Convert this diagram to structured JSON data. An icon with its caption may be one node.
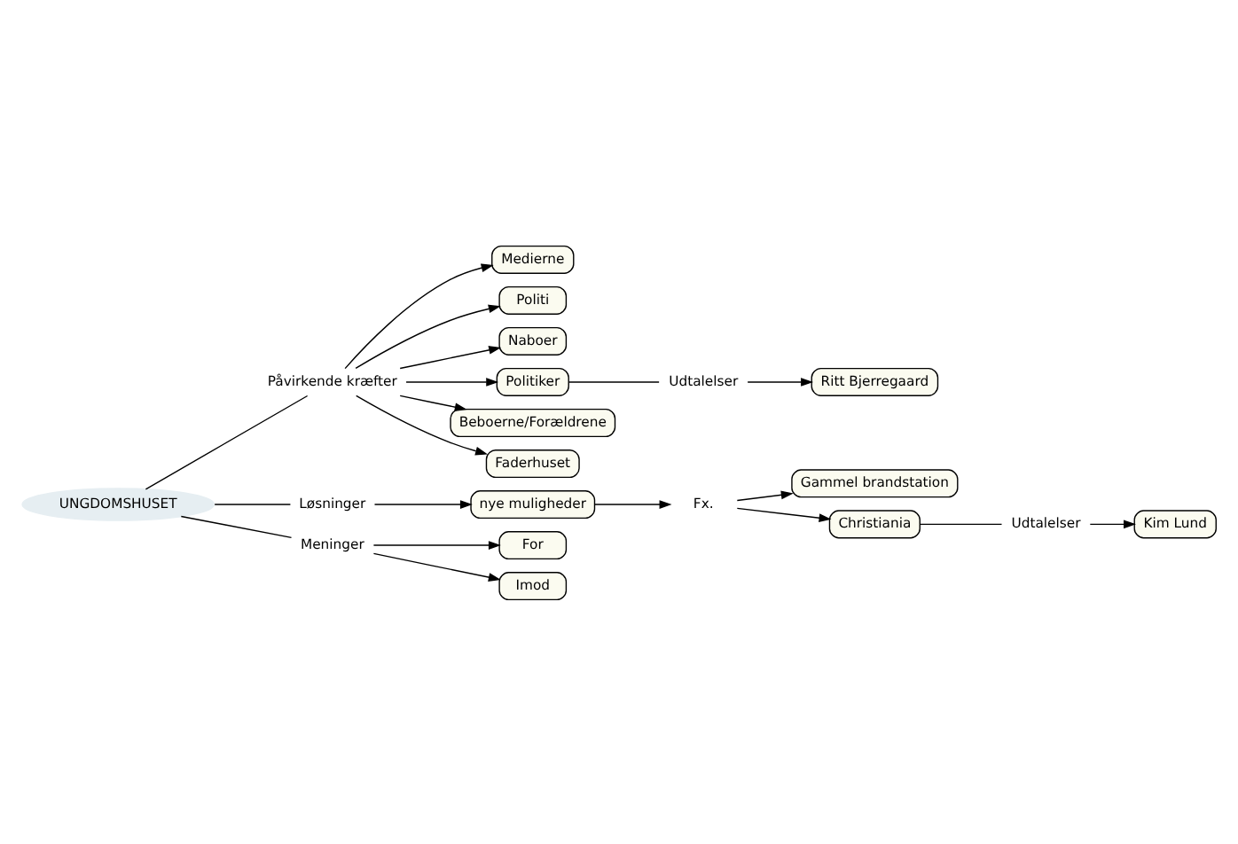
{
  "diagram": {
    "nodes": [
      {
        "text": [
          "UNGDOMSHUSET"
        ]
      },
      {
        "text": [
          "Påvirkende kræfter"
        ]
      },
      {
        "text": [
          "Medierne"
        ]
      },
      {
        "text": [
          "Politi"
        ]
      },
      {
        "text": [
          "Naboer"
        ]
      },
      {
        "text": [
          "Politiker"
        ]
      },
      {
        "text": [
          "Udtalelser"
        ]
      },
      {
        "text": [
          "Ritt Bjerregaard"
        ]
      },
      {
        "text": [
          "Beboerne/Forældrene"
        ]
      },
      {
        "text": [
          "Faderhuset"
        ]
      },
      {
        "text": [
          "Løsninger"
        ]
      },
      {
        "text": [
          "nye muligheder"
        ]
      },
      {
        "text": [
          "Fx."
        ]
      },
      {
        "text": [
          "Gammel brandstation"
        ]
      },
      {
        "text": [
          "Christiania"
        ]
      },
      {
        "text": [
          "Udtalelser"
        ]
      },
      {
        "text": [
          "Kim Lund"
        ]
      },
      {
        "text": [
          "Meninger"
        ]
      },
      {
        "text": [
          "For"
        ]
      },
      {
        "text": [
          "Imod"
        ]
      }
    ],
    "edges": [
      {
        "from": 0,
        "to": 1,
        "arrow": "none"
      },
      {
        "from": 1,
        "to": 2,
        "arrow": "to"
      },
      {
        "from": 1,
        "to": 3,
        "arrow": "to"
      },
      {
        "from": 1,
        "to": 4,
        "arrow": "to"
      },
      {
        "from": 1,
        "to": 5,
        "arrow": "to"
      },
      {
        "from": 5,
        "to": 6,
        "arrow": "none"
      },
      {
        "from": 6,
        "to": 7,
        "arrow": "to"
      },
      {
        "from": 1,
        "to": 8,
        "arrow": "to"
      },
      {
        "from": 1,
        "to": 9,
        "arrow": "to"
      },
      {
        "from": 0,
        "to": 10,
        "arrow": "none"
      },
      {
        "from": 10,
        "to": 11,
        "arrow": "to"
      },
      {
        "from": 11,
        "to": 12,
        "arrow": "to"
      },
      {
        "from": 12,
        "to": 13,
        "arrow": "to"
      },
      {
        "from": 12,
        "to": 14,
        "arrow": "to"
      },
      {
        "from": 14,
        "to": 15,
        "arrow": "none"
      },
      {
        "from": 15,
        "to": 16,
        "arrow": "to"
      },
      {
        "from": 0,
        "to": 17,
        "arrow": "none"
      },
      {
        "from": 17,
        "to": 18,
        "arrow": "to"
      },
      {
        "from": 17,
        "to": 19,
        "arrow": "to"
      }
    ]
  }
}
